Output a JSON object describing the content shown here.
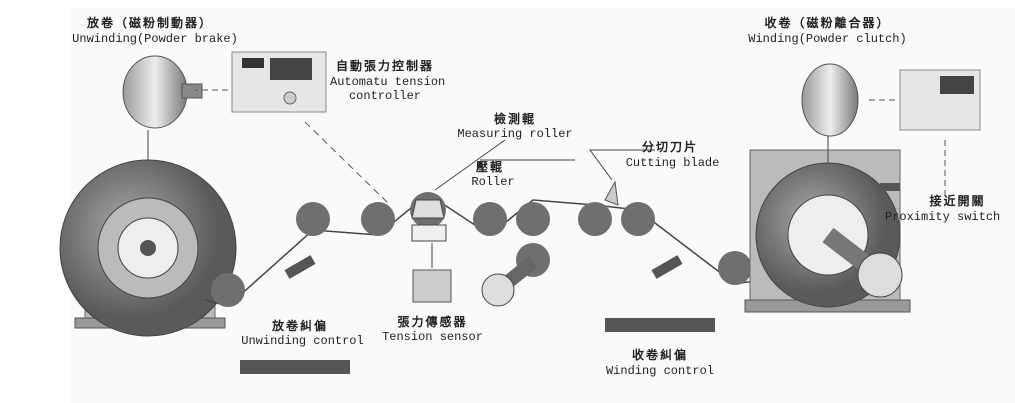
{
  "labels": {
    "unwinding_zh": "放卷（磁粉制動器）",
    "unwinding_en": "Unwinding(Powder brake)",
    "controller_zh": "自動張力控制器",
    "controller_en_1": "Automatu tension",
    "controller_en_2": "controller",
    "measuring_zh": "檢測輥",
    "measuring_en": "Measuring roller",
    "roller_zh": "壓輥",
    "roller_en": "Roller",
    "cutting_zh": "分切刀片",
    "cutting_en": "Cutting blade",
    "winding_zh": "收卷（磁粉離合器）",
    "winding_en": "Winding(Powder clutch)",
    "proximity_zh": "接近開關",
    "proximity_en": "Proximity switch",
    "unwind_ctrl_zh": "放卷糾偏",
    "unwind_ctrl_en": "Unwinding control",
    "sensor_zh": "張力傳感器",
    "sensor_en": "Tension sensor",
    "wind_ctrl_zh": "收卷糾偏",
    "wind_ctrl_en": "Winding control"
  },
  "colors": {
    "roller": "#6f6f6f",
    "drum": "#8a8a8a",
    "line": "#444444"
  }
}
